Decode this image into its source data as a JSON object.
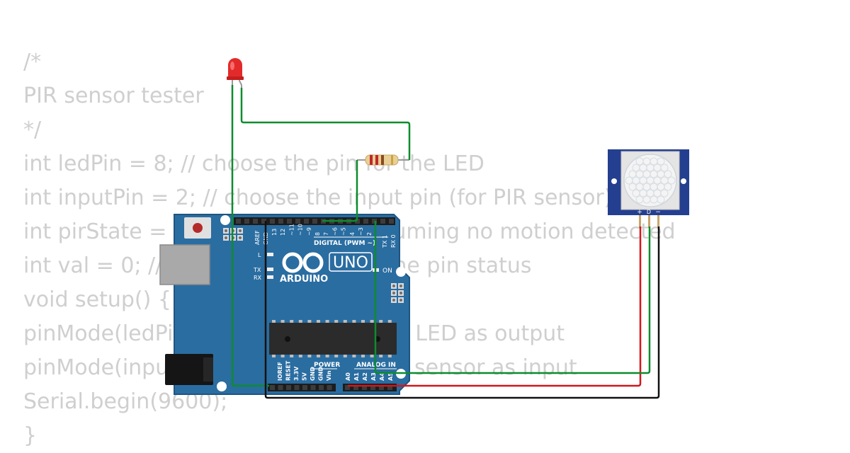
{
  "code_lines": [
    "/*",
    "PIR sensor tester",
    "*/",
    "int ledPin = 8; // choose the pin for the LED",
    "int inputPin = 2; // choose the input pin (for PIR sensor)",
    "int pirState = LOW; // we start, assuming no motion detected",
    "int val = 0; // variable for reading the pin status",
    "void setup() {",
    "pinMode(ledPin, OUTPUT); // declare LED as output",
    "pinMode(inputPin, INPUT); // declare sensor as input",
    "Serial.begin(9600);",
    "}"
  ],
  "board": {
    "logo_text": "ARDUINO",
    "model": "UNO",
    "digital_label": "DIGITAL (PWM ~)",
    "power_label": "POWER",
    "analog_label": "ANALOG IN",
    "on_label": "ON",
    "l_label": "L",
    "tx_label": "TX",
    "rx_label": "RX",
    "aref_label": "AREF",
    "gnd_label": "GND",
    "tx1_label": "TX 1",
    "rx0_label": "RX 0",
    "digital_pins": [
      "13",
      "12",
      "~11",
      "~10",
      "~9",
      "8",
      "7",
      "~6",
      "~5",
      "4",
      "~3",
      "2"
    ],
    "power_pins": [
      "IOREF",
      "RESET",
      "3.3V",
      "5V",
      "GND",
      "GND",
      "Vin"
    ],
    "analog_pins": [
      "A0",
      "A1",
      "A2",
      "A3",
      "A4",
      "A5"
    ]
  },
  "pir": {
    "pin_labels": [
      "+",
      "D",
      "−"
    ]
  },
  "colors": {
    "board": "#2a6da1",
    "board_edge": "#1f5580",
    "wire_green": "#0d8c2e",
    "wire_red": "#d4161c",
    "wire_black": "#111111",
    "led": "#e32a2a",
    "pir_frame": "#243f8f"
  }
}
